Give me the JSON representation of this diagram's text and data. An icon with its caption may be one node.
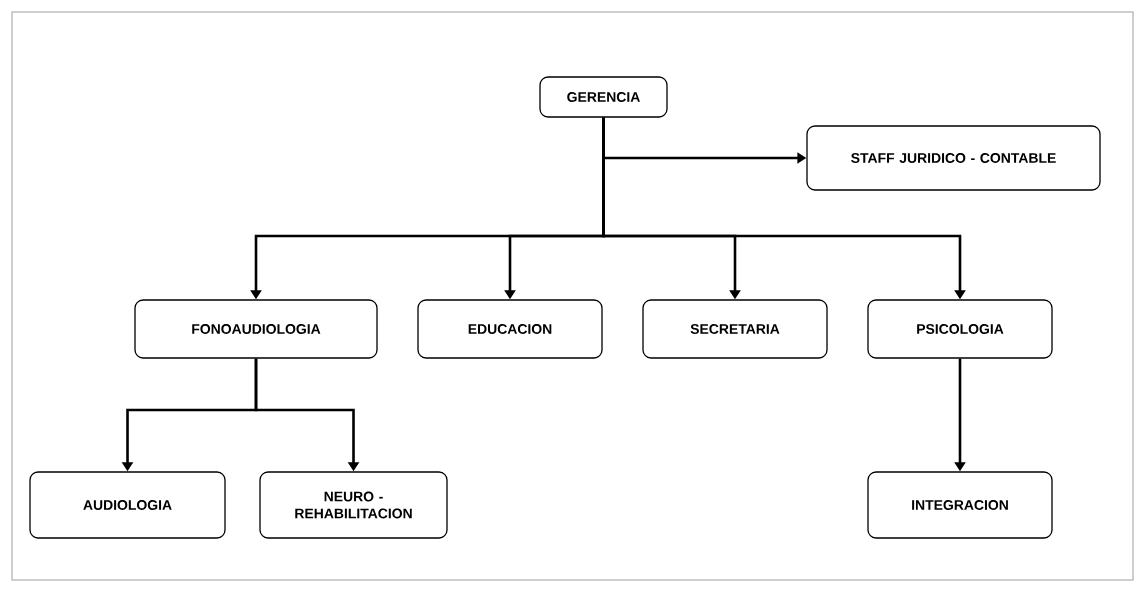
{
  "diagram": {
    "nodes": [
      {
        "text": [
          "GERENCIA"
        ]
      },
      {
        "text": [
          "STAFF JURIDICO - CONTABLE"
        ]
      },
      {
        "text": [
          "FONOAUDIOLOGIA"
        ]
      },
      {
        "text": [
          "EDUCACION"
        ]
      },
      {
        "text": [
          "SECRETARIA"
        ]
      },
      {
        "text": [
          "PSICOLOGIA"
        ]
      },
      {
        "text": [
          "AUDIOLOGIA"
        ]
      },
      {
        "text": [
          "NEURO - REHABILITACION"
        ]
      },
      {
        "text": [
          "INTEGRACION"
        ]
      }
    ],
    "edges": [
      {
        "from": 0,
        "to": 1,
        "arrow": "to"
      },
      {
        "from": 0,
        "to": 2,
        "arrow": "to"
      },
      {
        "from": 0,
        "to": 3,
        "arrow": "to"
      },
      {
        "from": 0,
        "to": 4,
        "arrow": "to"
      },
      {
        "from": 0,
        "to": 5,
        "arrow": "to"
      },
      {
        "from": 2,
        "to": 6,
        "arrow": "to"
      },
      {
        "from": 2,
        "to": 7,
        "arrow": "to"
      },
      {
        "from": 5,
        "to": 8,
        "arrow": "to"
      }
    ]
  }
}
